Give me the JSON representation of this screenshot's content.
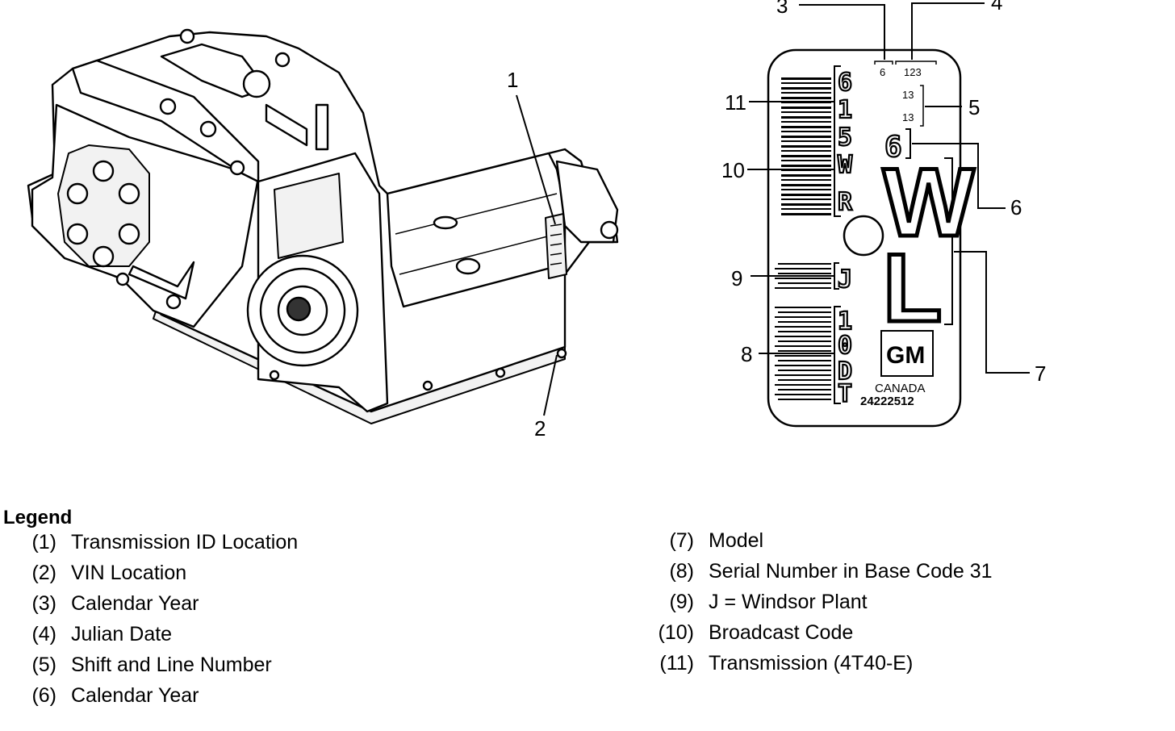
{
  "callouts": {
    "c1": "1",
    "c2": "2",
    "c3": "3",
    "c4": "4",
    "c5": "5",
    "c6": "6",
    "c7": "7",
    "c8": "8",
    "c9": "9",
    "c10": "10",
    "c11": "11"
  },
  "id_tag": {
    "calendar_year_small": "6",
    "julian_date": "123",
    "shift_number": "13",
    "line_number": "13",
    "calendar_year_large": "6",
    "model_letter_1": "W",
    "model_letter_2": "L",
    "broadcast_code": [
      "6",
      "1",
      "5",
      "W",
      "R"
    ],
    "plant_code": "J",
    "serial_code": [
      "1",
      "0",
      "D",
      "T"
    ],
    "maker_logo": "GM",
    "country": "CANADA",
    "part_number": "24222512"
  },
  "legend": {
    "title": "Legend",
    "left": [
      {
        "num": "(1)",
        "text": "Transmission ID Location"
      },
      {
        "num": "(2)",
        "text": "VIN Location"
      },
      {
        "num": "(3)",
        "text": "Calendar Year"
      },
      {
        "num": "(4)",
        "text": "Julian Date"
      },
      {
        "num": "(5)",
        "text": "Shift and Line Number"
      },
      {
        "num": "(6)",
        "text": "Calendar Year"
      }
    ],
    "right": [
      {
        "num": "(7)",
        "text": "Model"
      },
      {
        "num": "(8)",
        "text": "Serial Number in Base Code 31"
      },
      {
        "num": "(9)",
        "text": "J = Windsor Plant"
      },
      {
        "num": "(10)",
        "text": "Broadcast Code"
      },
      {
        "num": "(11)",
        "text": "Transmission (4T40-E)"
      }
    ]
  }
}
